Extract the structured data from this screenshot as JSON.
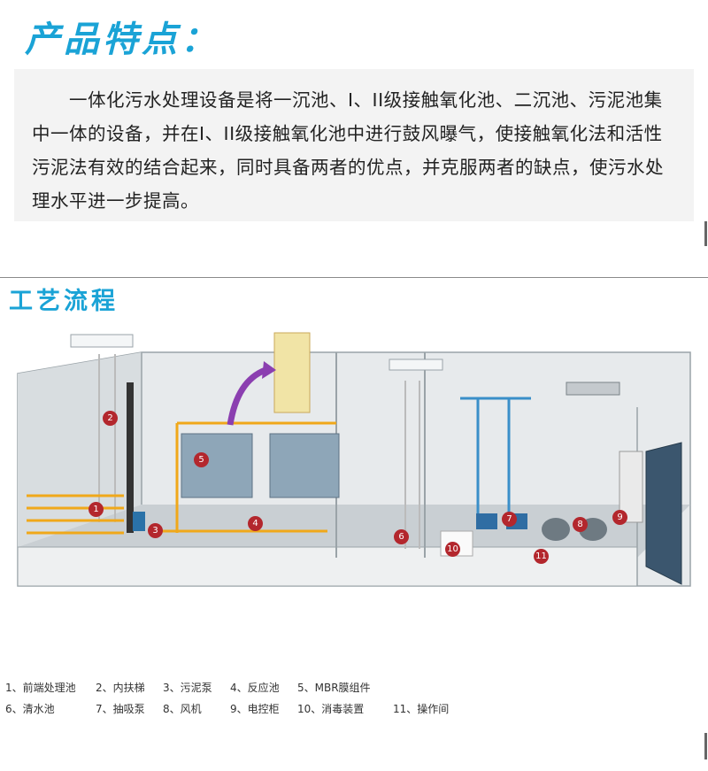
{
  "header": {
    "title": "产品特点："
  },
  "intro": {
    "text": "一体化污水处理设备是将一沉池、I、II级接触氧化池、二沉池、污泥池集中一体的设备，并在I、II级接触氧化池中进行鼓风曝气，使接触氧化法和活性污泥法有效的结合起来，同时具备两者的优点，并克服两者的缺点，使污水处理水平进一步提高。"
  },
  "process": {
    "title": "工艺流程"
  },
  "markers": [
    "1",
    "2",
    "3",
    "4",
    "5",
    "6",
    "7",
    "8",
    "9",
    "10",
    "11"
  ],
  "legend": {
    "row1": [
      "1、前端处理池",
      "2、内扶梯",
      "3、污泥泵",
      "4、反应池",
      "5、MBR膜组件"
    ],
    "row2": [
      "6、清水池",
      "7、抽吸泵",
      "8、风机",
      "9、电控柜",
      "10、消毒装置",
      "11、操作间"
    ]
  },
  "colors": {
    "accent": "#1aa3d6",
    "marker": "#b3272d",
    "pipe": "#f0a81a",
    "arrow": "#8b3fb0"
  }
}
